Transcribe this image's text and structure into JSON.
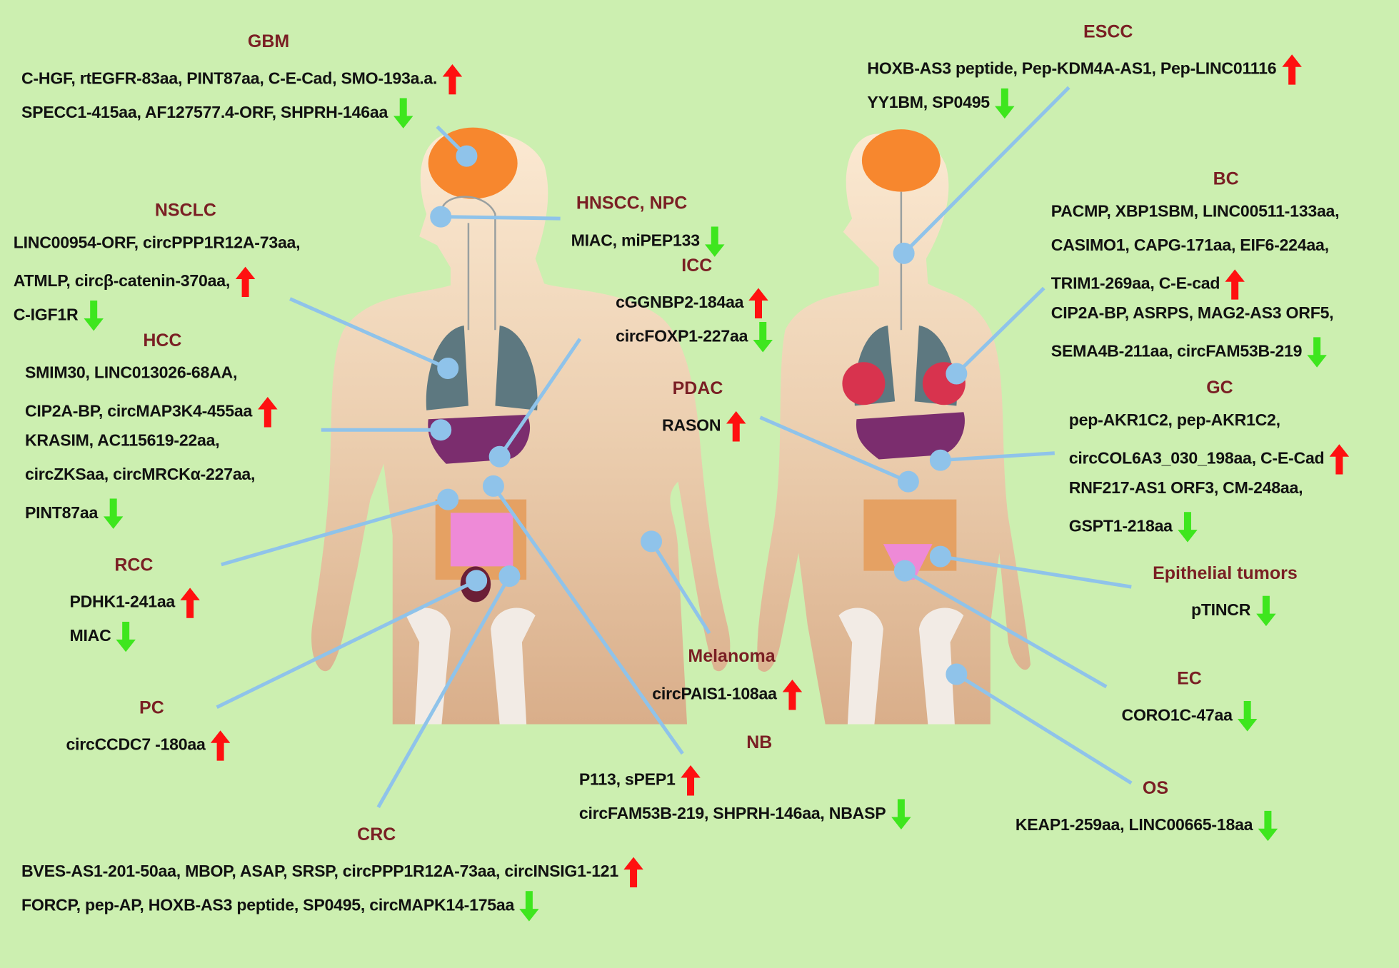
{
  "colors": {
    "background": "#ccefb0",
    "title": "#7a1f24",
    "up": "#ff1010",
    "down": "#3ee61e",
    "connector": "#8fc3ea"
  },
  "groups": {
    "gbm": {
      "title": "GBM",
      "lines": [
        {
          "text": "C-HGF, rtEGFR-83aa, PINT87aa, C-E-Cad, SMO-193a.a.",
          "arrow": "up"
        },
        {
          "text": "SPECC1-415aa, AF127577.4-ORF, SHPRH-146aa",
          "arrow": "down"
        }
      ]
    },
    "nsclc": {
      "title": "NSCLC",
      "lines": [
        {
          "text": "LINC00954-ORF, circPPP1R12A-73aa,",
          "arrow": ""
        },
        {
          "text": "ATMLP, circβ-catenin-370aa,",
          "arrow": "up"
        },
        {
          "text": "C-IGF1R",
          "arrow": "down"
        }
      ]
    },
    "hcc": {
      "title": "HCC",
      "lines": [
        {
          "text": "SMIM30, LINC013026-68AA,",
          "arrow": ""
        },
        {
          "text": "CIP2A-BP, circMAP3K4-455aa",
          "arrow": "up"
        },
        {
          "text": "KRASIM, AC115619-22aa,",
          "arrow": ""
        },
        {
          "text": "circZKSaa, circMRCKα-227aa,",
          "arrow": ""
        },
        {
          "text": "PINT87aa",
          "arrow": "down"
        }
      ]
    },
    "rcc": {
      "title": "RCC",
      "lines": [
        {
          "text": "PDHK1-241aa",
          "arrow": "up"
        },
        {
          "text": "MIAC",
          "arrow": "down"
        }
      ]
    },
    "pc": {
      "title": "PC",
      "lines": [
        {
          "text": "circCCDC7 -180aa",
          "arrow": "up"
        }
      ]
    },
    "crc": {
      "title": "CRC",
      "lines": [
        {
          "text": "BVES-AS1-201-50aa, MBOP, ASAP, SRSP, circPPP1R12A-73aa, circINSIG1-121",
          "arrow": "up"
        },
        {
          "text": "FORCP, pep-AP, HOXB-AS3 peptide, SP0495, circMAPK14-175aa",
          "arrow": "down"
        }
      ]
    },
    "hnscc": {
      "title": "HNSCC, NPC",
      "lines": [
        {
          "text": "MIAC, miPEP133",
          "arrow": "down"
        }
      ]
    },
    "icc": {
      "title": "ICC",
      "lines": [
        {
          "text": "cGGNBP2-184aa",
          "arrow": "up"
        },
        {
          "text": "circFOXP1-227aa",
          "arrow": "down"
        }
      ]
    },
    "pdac": {
      "title": "PDAC",
      "lines": [
        {
          "text": "RASON",
          "arrow": "up"
        }
      ]
    },
    "melanoma": {
      "title": "Melanoma",
      "lines": [
        {
          "text": "circPAIS1-108aa",
          "arrow": "up"
        }
      ]
    },
    "nb": {
      "title": "NB",
      "lines": [
        {
          "text": "P113, sPEP1",
          "arrow": "up"
        },
        {
          "text": "circFAM53B-219, SHPRH-146aa, NBASP",
          "arrow": "down"
        }
      ]
    },
    "escc": {
      "title": "ESCC",
      "lines": [
        {
          "text": "HOXB-AS3 peptide, Pep-KDM4A-AS1, Pep-LINC01116",
          "arrow": "up"
        },
        {
          "text": "YY1BM, SP0495",
          "arrow": "down"
        }
      ]
    },
    "bc": {
      "title": "BC",
      "lines": [
        {
          "text": "PACMP, XBP1SBM, LINC00511-133aa,",
          "arrow": ""
        },
        {
          "text": "CASIMO1, CAPG-171aa, EIF6-224aa,",
          "arrow": ""
        },
        {
          "text": "TRIM1-269aa, C-E-cad",
          "arrow": "up"
        },
        {
          "text": "CIP2A-BP, ASRPS, MAG2-AS3 ORF5,",
          "arrow": ""
        },
        {
          "text": "SEMA4B-211aa, circFAM53B-219",
          "arrow": "down"
        }
      ]
    },
    "gc": {
      "title": "GC",
      "lines": [
        {
          "text": "pep-AKR1C2, pep-AKR1C2,",
          "arrow": ""
        },
        {
          "text": "circCOL6A3_030_198aa, C-E-Cad",
          "arrow": "up"
        },
        {
          "text": "RNF217-AS1 ORF3, CM-248aa,",
          "arrow": ""
        },
        {
          "text": "GSPT1-218aa",
          "arrow": "down"
        }
      ]
    },
    "epithelial": {
      "title": "Epithelial tumors",
      "lines": [
        {
          "text": "pTINCR",
          "arrow": "down"
        }
      ]
    },
    "ec": {
      "title": "EC",
      "lines": [
        {
          "text": "CORO1C-47aa",
          "arrow": "down"
        }
      ]
    },
    "os": {
      "title": "OS",
      "lines": [
        {
          "text": "KEAP1-259aa, LINC00665-18aa",
          "arrow": "down"
        }
      ]
    }
  }
}
